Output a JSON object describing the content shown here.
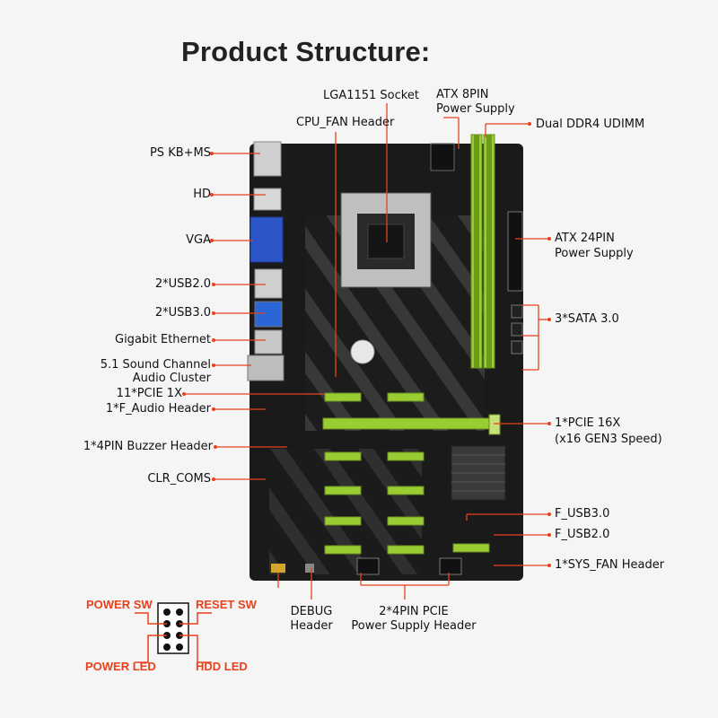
{
  "title": "Product Structure:",
  "labels": {
    "lga1151": "LGA1151 Socket",
    "cpu_fan": "CPU_FAN Header",
    "atx8_line1": "ATX 8PIN",
    "atx8_line2": "Power Supply",
    "dual_ddr4": "Dual DDR4 UDIMM",
    "ps_kbms": "PS KB+MS",
    "hd": "HD",
    "vga": "VGA",
    "usb20": "2*USB2.0",
    "usb30": "2*USB3.0",
    "gbe": "Gigabit Ethernet",
    "sound_line1": "5.1 Sound Channel",
    "sound_line2": "Audio Cluster",
    "pcie1x": "11*PCIE 1X",
    "f_audio": "1*F_Audio Header",
    "buzzer": "1*4PIN Buzzer Header",
    "clr": "CLR_COMS",
    "atx24_line1": "ATX 24PIN",
    "atx24_line2": "Power Supply",
    "sata": "3*SATA 3.0",
    "pcie16_line1": "1*PCIE 16X",
    "pcie16_line2": "(x16 GEN3 Speed)",
    "f_usb3": "F_USB3.0",
    "f_usb2": "F_USB2.0",
    "sys_fan": "1*SYS_FAN Header",
    "debug_line1": "DEBUG",
    "debug_line2": "Header",
    "pcie_pwr_line1": "2*4PIN PCIE",
    "pcie_pwr_line2": "Power Supply Header"
  },
  "pinout": {
    "power_sw": "POWER SW",
    "reset_sw": "RESET SW",
    "power_led": "POWER LED",
    "hdd_led": "HDD  LED"
  },
  "colors": {
    "accent": "#e8411c",
    "board": "#1a1a1a",
    "slot_green": "#9acd32",
    "text": "#111111"
  }
}
